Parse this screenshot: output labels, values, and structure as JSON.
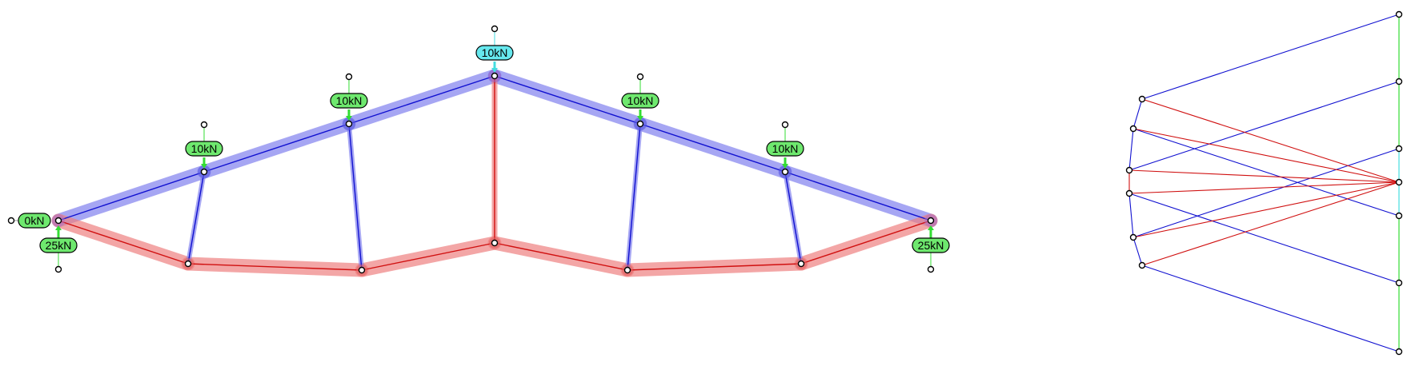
{
  "colors": {
    "compression": "#1010d0",
    "compression_halo": "#8080ee",
    "tension": "#d01010",
    "tension_halo": "#ee8080",
    "load_arrow": "#33dd33",
    "load_label_bg": "#6ee86e",
    "apex_label_bg": "#66e8ee",
    "apex_arrow": "#44dde0",
    "zero_force": "#999999",
    "node_stroke": "#000000",
    "node_fill": "#ffffff"
  },
  "form_diagram": {
    "labels": {
      "left_support_h": "0kN",
      "left_support": "25kN",
      "right_support": "25kN",
      "top_left_2": "10kN",
      "top_left_1": "10kN",
      "apex": "10kN",
      "top_right_1": "10kN",
      "top_right_2": "10kN"
    },
    "members": [
      {
        "id": "top-chord-1",
        "force": "compression"
      },
      {
        "id": "top-chord-2",
        "force": "compression"
      },
      {
        "id": "top-chord-3",
        "force": "compression"
      },
      {
        "id": "top-chord-4",
        "force": "compression"
      },
      {
        "id": "top-chord-5",
        "force": "compression"
      },
      {
        "id": "top-chord-6",
        "force": "compression"
      },
      {
        "id": "bottom-chord-1",
        "force": "tension"
      },
      {
        "id": "bottom-chord-2",
        "force": "tension"
      },
      {
        "id": "bottom-chord-3",
        "force": "tension"
      },
      {
        "id": "bottom-chord-4",
        "force": "tension"
      },
      {
        "id": "bottom-chord-5",
        "force": "tension"
      },
      {
        "id": "bottom-chord-6",
        "force": "tension"
      },
      {
        "id": "web-1",
        "force": "compression"
      },
      {
        "id": "web-2",
        "force": "compression"
      },
      {
        "id": "web-center",
        "force": "tension"
      },
      {
        "id": "web-4",
        "force": "compression"
      },
      {
        "id": "web-5",
        "force": "compression"
      }
    ]
  }
}
